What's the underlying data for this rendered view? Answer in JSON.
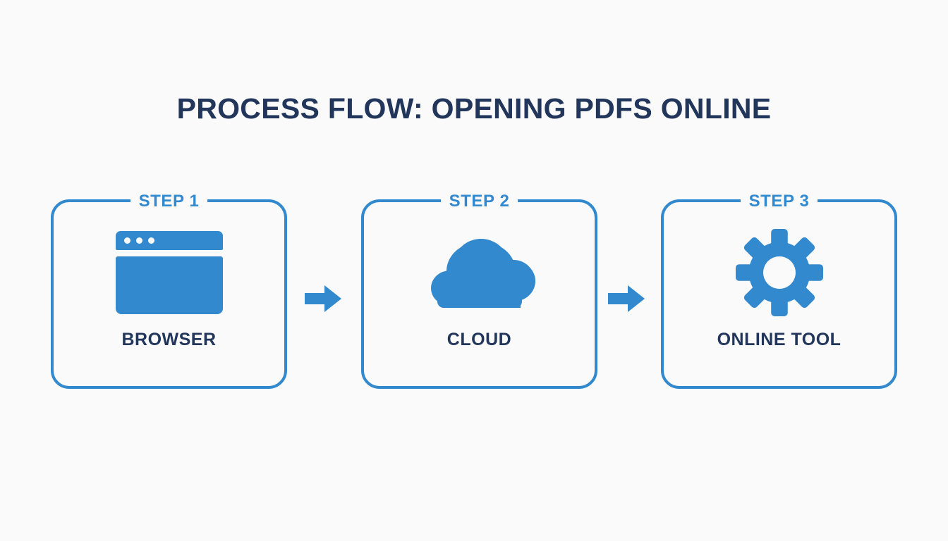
{
  "page": {
    "title": "PROCESS FLOW: OPENING PDFS ONLINE",
    "background_color": "#fafafb",
    "accent_blue": "#3389ce",
    "navy": "#21365a"
  },
  "steps": [
    {
      "step_label": "STEP 1",
      "caption": "BROWSER",
      "icon": "browser-window-icon"
    },
    {
      "step_label": "STEP 2",
      "caption": "CLOUD",
      "icon": "cloud-icon"
    },
    {
      "step_label": "STEP 3",
      "caption": "ONLINE TOOL",
      "icon": "gear-icon"
    }
  ],
  "connectors": [
    {
      "name": "arrow-step1-to-step2",
      "direction": "right"
    },
    {
      "name": "arrow-step2-to-step3",
      "direction": "right"
    }
  ]
}
